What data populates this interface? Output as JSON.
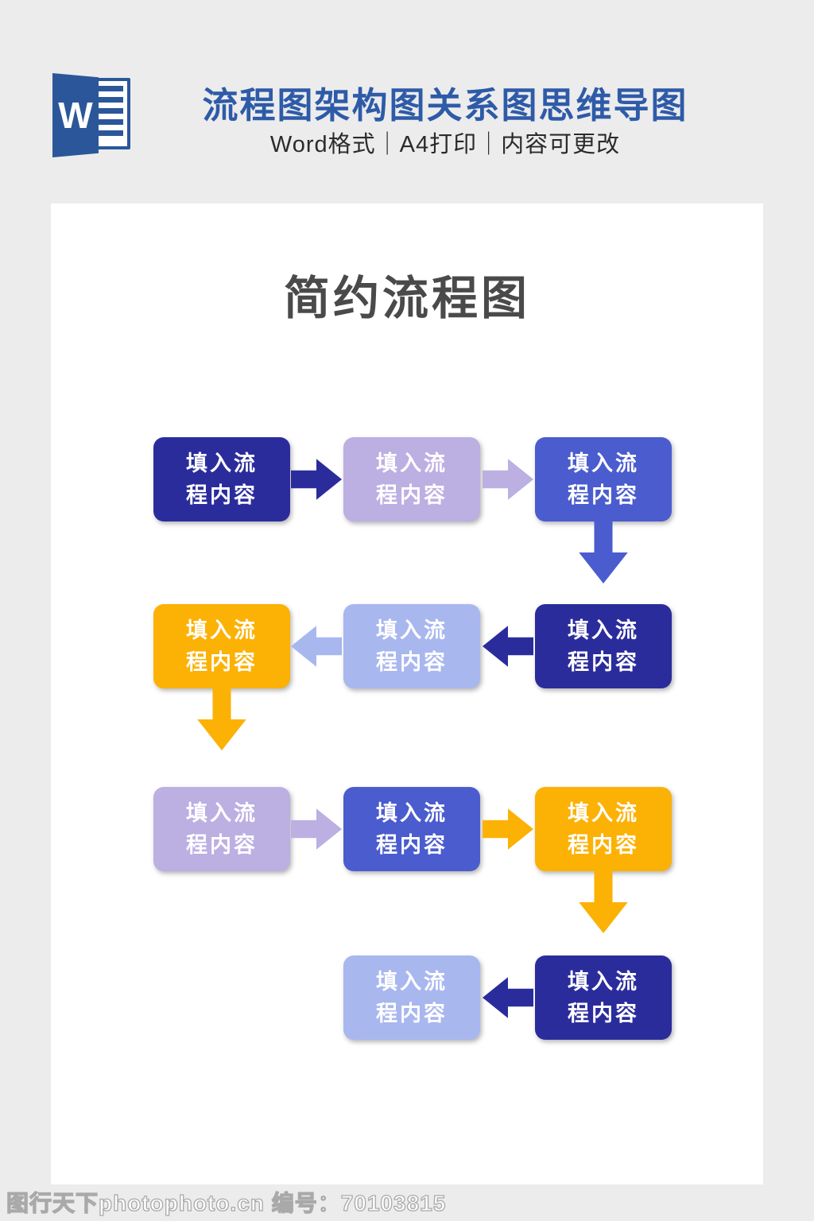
{
  "header": {
    "title": "流程图架构图关系图思维导图",
    "subtitle": "Word格式｜A4打印｜内容可更改",
    "title_color": "#2E5BA8",
    "word_icon": {
      "letter": "W",
      "brand_color": "#2B579A"
    }
  },
  "flowchart": {
    "title": "简约流程图",
    "node_label": "填入流程内容",
    "colors": {
      "navy": "#2B2C9C",
      "blue": "#4A5CCE",
      "lavender": "#BCAFE2",
      "periwinkle": "#A9B7EF",
      "orange": "#FCB105"
    },
    "rows": [
      {
        "direction": "right",
        "boxes": [
          "navy",
          "lavender",
          "blue"
        ],
        "arrows": [
          "navy",
          "lavender"
        ],
        "down_arrow": {
          "under_column": 3,
          "color": "blue"
        }
      },
      {
        "direction": "left",
        "boxes": [
          "orange",
          "periwinkle",
          "navy"
        ],
        "arrows": [
          "periwinkle",
          "navy"
        ],
        "down_arrow": {
          "under_column": 1,
          "color": "orange"
        }
      },
      {
        "direction": "right",
        "boxes": [
          "lavender",
          "blue",
          "orange"
        ],
        "arrows": [
          "lavender",
          "orange"
        ],
        "down_arrow": {
          "under_column": 3,
          "color": "orange"
        }
      },
      {
        "direction": "left",
        "boxes": [
          null,
          "periwinkle",
          "navy"
        ],
        "arrows": [
          "navy"
        ],
        "down_arrow": null
      }
    ]
  },
  "footer": {
    "watermark": "图行天下photophoto.cn 编号：70103815"
  }
}
